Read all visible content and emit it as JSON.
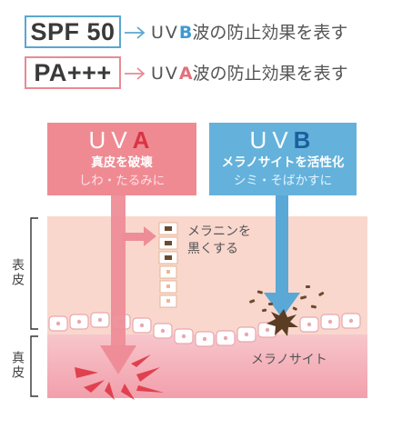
{
  "legend": {
    "spf": {
      "label": "SPF 50",
      "desc_lead": "UV",
      "desc_key": "B",
      "desc_rest": "波の防止効果を表す"
    },
    "pa": {
      "label": "PA+++",
      "desc_lead": "UV",
      "desc_key": "A",
      "desc_rest": "波の防止効果を表す"
    }
  },
  "uva": {
    "title_lead": "UV",
    "title_key": "A",
    "line1": "真皮を破壊",
    "line2": "しわ・たるみに"
  },
  "uvb": {
    "title_lead": "UV",
    "title_key": "B",
    "line1": "メラノサイトを活性化",
    "line2": "シミ・そばかすに"
  },
  "layers": {
    "epidermis": "表皮",
    "dermis": "真皮"
  },
  "annotations": {
    "melanin_line1": "メラニンを",
    "melanin_line2": "黒くする",
    "melanocyte": "メラノサイト"
  },
  "colors": {
    "spf_blue": "#5ba7cf",
    "pa_pink": "#e88a94",
    "uva_box": "#ef8a93",
    "uvb_box": "#64b2db",
    "epidermis_bg": "#f9d5cb",
    "dermis_bg": "#f5b8c1",
    "melanin_dark": "#6b4a2f"
  }
}
